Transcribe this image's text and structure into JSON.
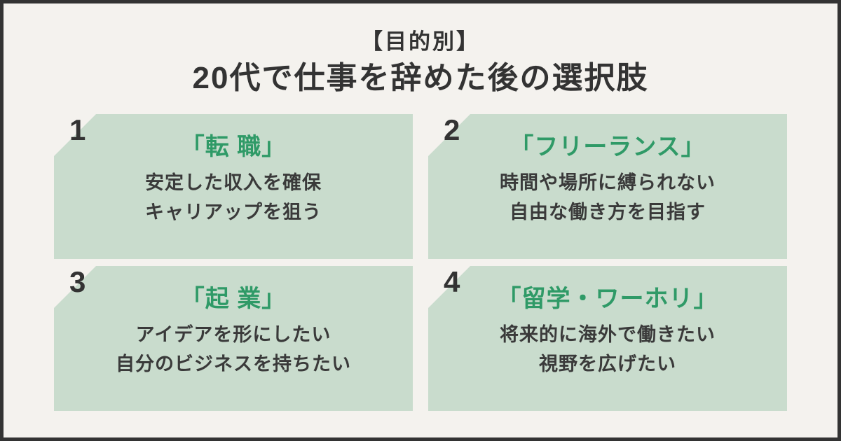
{
  "page": {
    "background_color": "#f4f2ee",
    "frame_border_color": "#333333",
    "card_background_color": "#c9dccd",
    "accent_green": "#2f9a67",
    "text_dark": "#333333"
  },
  "header": {
    "kicker": "【目的別】",
    "title": "20代で仕事を辞めた後の選択肢"
  },
  "cards": [
    {
      "number": "1",
      "title": "「転 職」",
      "line1": "安定した収入を確保",
      "line2": "キャリアップを狙う"
    },
    {
      "number": "2",
      "title": "「フリーランス」",
      "line1": "時間や場所に縛られない",
      "line2": "自由な働き方を目指す"
    },
    {
      "number": "3",
      "title": "「起 業」",
      "line1": "アイデアを形にしたい",
      "line2": "自分のビジネスを持ちたい"
    },
    {
      "number": "4",
      "title": "「留学・ワーホリ」",
      "line1": "将来的に海外で働きたい",
      "line2": "視野を広げたい"
    }
  ]
}
